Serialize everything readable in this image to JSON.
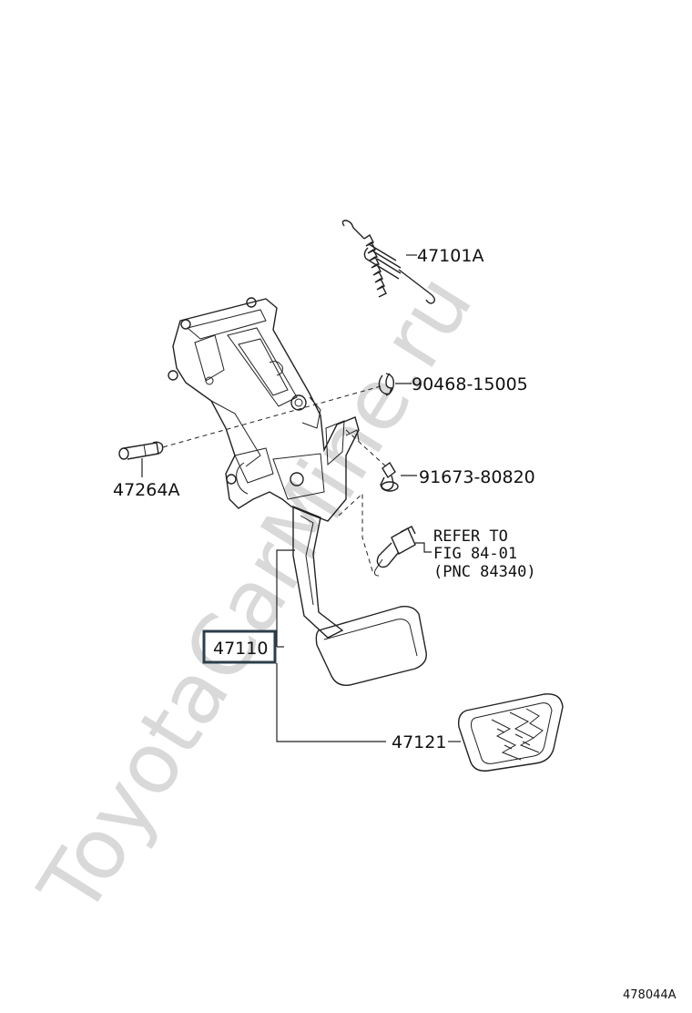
{
  "watermark": "ToyotaCarMine.ru",
  "labels": {
    "spring": "47101A",
    "clip": "90468-15005",
    "pin": "47264A",
    "bolt": "91673-80820",
    "refer_line1": "REFER TO",
    "refer_line2": "FIG 84-01",
    "refer_line3": "(PNC 84340)",
    "pedal_assembly": "47110",
    "pedal_pad": "47121"
  },
  "figure_code": "478044A",
  "colors": {
    "line": "#222222",
    "watermark": "#d9d9d9",
    "highlight_border": "#2c3e4a"
  }
}
